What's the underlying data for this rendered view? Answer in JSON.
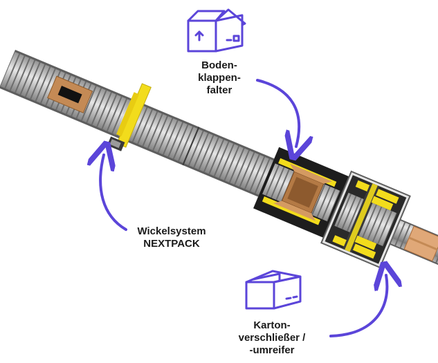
{
  "labels": {
    "bodenklappenfalter": [
      "Boden-",
      "klappen-",
      "falter"
    ],
    "wickelsystem": [
      "Wickelsystem",
      "NEXTPACK"
    ],
    "kartonverschliesser": [
      "Karton-",
      "verschließer /",
      "-umreifer"
    ]
  },
  "icons": [
    "open-box-icon",
    "closed-box-icon"
  ],
  "colors": {
    "accent": "#5b45d9",
    "conveyor_frame": "#5e5e5e",
    "roller_dark": "#7a7a7a",
    "roller_light": "#c8c8c8",
    "yellow_unit": "#f2dc1c",
    "cardboard": "#c48a55",
    "black_section": "#1d1d1d"
  }
}
